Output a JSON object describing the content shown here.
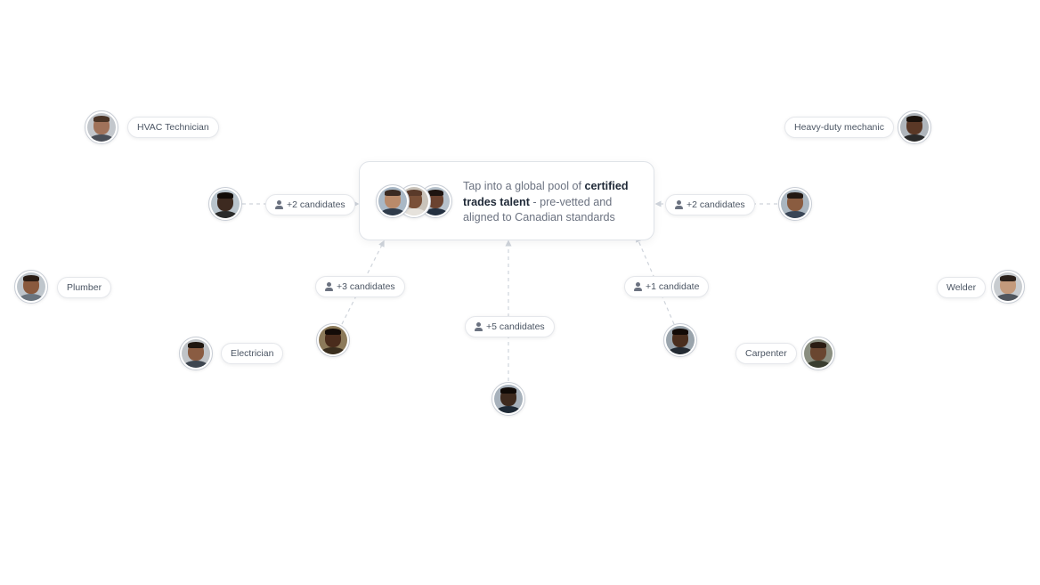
{
  "center_card": {
    "text_before": "Tap into a global pool of ",
    "text_bold": "certified trades talent",
    "text_after": " - pre-vetted and aligned to Canadian standards"
  },
  "candidate_badges": {
    "left": "+2 candidates",
    "right": "+2 candidates",
    "lower_left": "+3 candidates",
    "bottom": "+5 candidates",
    "lower_right": "+1 candidate"
  },
  "roles": {
    "hvac": "HVAC Technician",
    "heavy_duty": "Heavy-duty mechanic",
    "plumber": "Plumber",
    "welder": "Welder",
    "electrician": "Electrician",
    "carpenter": "Carpenter"
  },
  "colors": {
    "line": "#cfd4db",
    "card_border": "#dfe3e8",
    "text_muted": "#6b7280",
    "text_strong": "#1f2937"
  },
  "icons": {
    "badge_icon": "person-icon"
  }
}
